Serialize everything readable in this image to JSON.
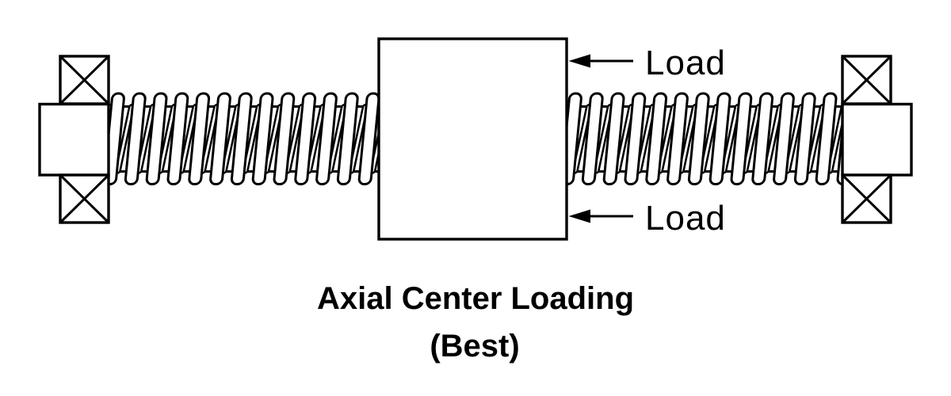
{
  "labels": {
    "load_top": "Load",
    "load_bottom": "Load"
  },
  "caption": {
    "title": "Axial Center Loading",
    "subtitle": "(Best)"
  },
  "colors": {
    "line": "#000000",
    "background": "#ffffff"
  },
  "components": {
    "left_support": "fixed-bearing-symbol",
    "right_support": "fixed-bearing-symbol",
    "center_block": "ball-nut",
    "shaft": "ball-screw-threaded-shaft"
  }
}
